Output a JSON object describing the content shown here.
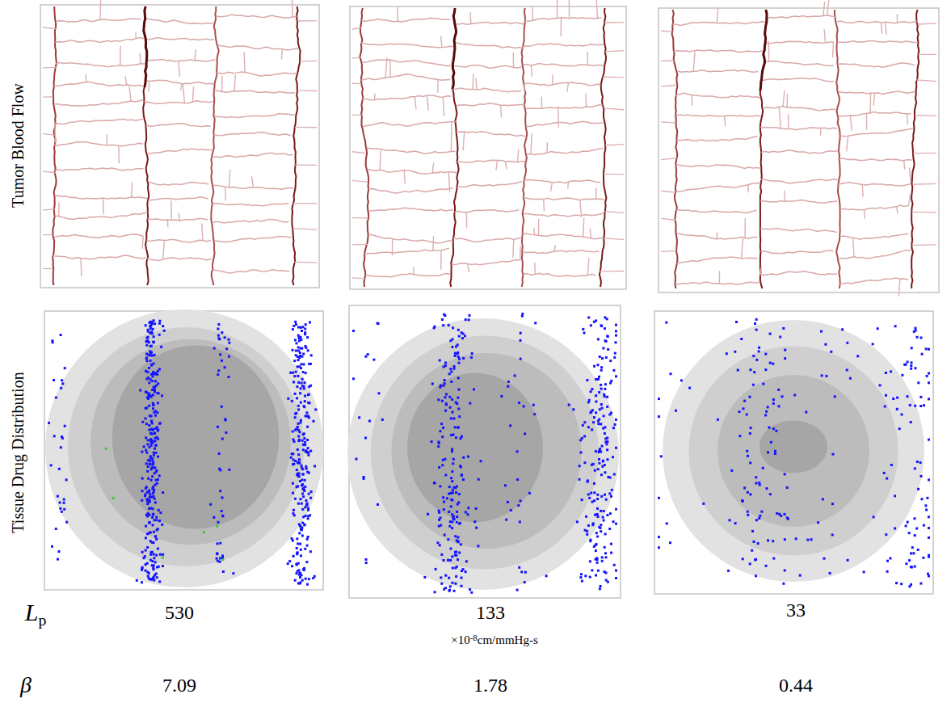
{
  "diagram": {
    "labels": [
      "Tumor Blood Flow",
      "Tissue Drug Distribution",
      "L",
      "p",
      "530",
      "133",
      "33",
      "×10",
      "-8",
      "cm/mmHg-s",
      "β",
      "7.09",
      "1.78",
      "0.44"
    ]
  }
}
